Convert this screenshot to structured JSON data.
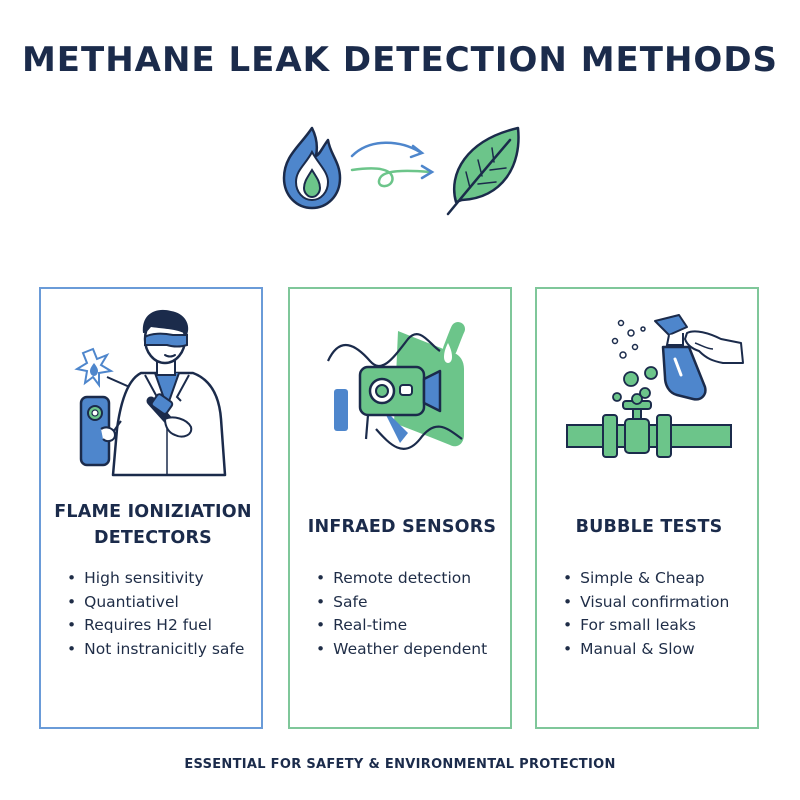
{
  "title": "METHANE LEAK DETECTION METHODS",
  "hero_icons": [
    "flame-icon",
    "curved-arrows-icon",
    "leaf-icon"
  ],
  "colors": {
    "blue": "#4e86cc",
    "green": "#6cc58a",
    "navy": "#1b2b4b"
  },
  "cards": [
    {
      "title_lines": [
        "FLAME IONIZIATION",
        "DETECTORS"
      ],
      "icon": "scientist-with-detector-icon",
      "bullets": [
        "High sensitivity",
        "Quantiativel",
        "Requires H2 fuel",
        "Not instranicitly safe"
      ]
    },
    {
      "title_lines": [
        "INFRAED SENSORS"
      ],
      "icon": "infrared-camera-icon",
      "bullets": [
        "Remote detection",
        "Safe",
        "Real-time",
        "Weather dependent"
      ]
    },
    {
      "title_lines": [
        "BUBBLE TESTS"
      ],
      "icon": "spray-bottle-pipe-icon",
      "bullets": [
        "Simple & Cheap",
        "Visual confirmation",
        "For small leaks",
        "Manual & Slow"
      ]
    }
  ],
  "footer": "ESSENTIAL FOR SAFETY & ENVIRONMENTAL PROTECTION"
}
